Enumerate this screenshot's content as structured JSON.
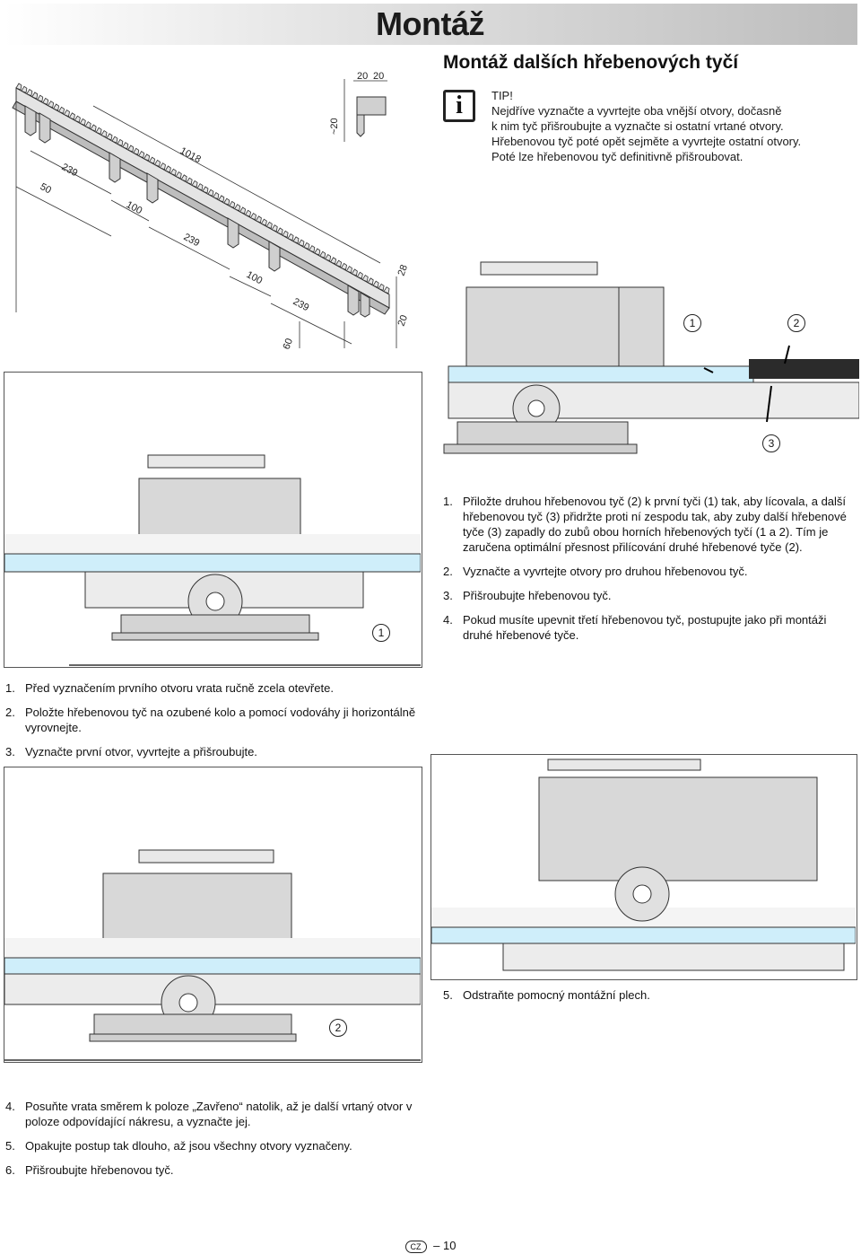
{
  "header": {
    "title": "Montáž"
  },
  "section": {
    "title": "Montáž dalších hřebenových tyčí"
  },
  "tip": {
    "icon": "info-icon",
    "label": "TIP!",
    "lines": [
      "Nejdříve vyznačte a vyvrtejte oba vnější otvory, dočasně",
      "k nim tyč přišroubujte a vyznačte si ostatní vrtané otvory.",
      "Hřebenovou tyč poté opět sejměte a vyvrtejte ostatní otvory.",
      "Poté lze hřebenovou tyč definitivně přišroubovat."
    ]
  },
  "rack_drawing": {
    "dimensions": {
      "d20a": "20",
      "d20b": "20",
      "d20c": "~20",
      "d1018": "1018",
      "d239a": "239",
      "d50": "50",
      "d100a": "100",
      "d239b": "239",
      "d100b": "100",
      "d28": "28",
      "d239c": "239",
      "d20d": "20",
      "d60": "60"
    }
  },
  "callouts": {
    "c1": "1",
    "c2": "2",
    "c3": "3"
  },
  "steps_right": [
    {
      "num": "1.",
      "text": "Přiložte druhou hřebenovou tyč (2) k první tyči (1) tak, aby lícovala, a další hřebenovou tyč (3) přidržte proti ní zespodu tak, aby zuby další hřebenové tyče (3) zapadly do zubů obou horních hřebenových tyčí (1 a 2). Tím je zaručena optimální přesnost přilícování druhé hřebenové tyče (2)."
    },
    {
      "num": "2.",
      "text": "Vyznačte a vyvrtejte otvory pro druhou hřebenovou tyč."
    },
    {
      "num": "3.",
      "text": "Přišroubujte hřebenovou tyč."
    },
    {
      "num": "4.",
      "text": "Pokud musíte upevnit třetí hřebenovou tyč, postupujte jako při montáži druhé hřebenové tyče."
    }
  ],
  "steps_left": [
    {
      "num": "1.",
      "text": "Před vyznačením prvního otvoru vrata ručně zcela otevřete."
    },
    {
      "num": "2.",
      "text": "Položte hřebenovou tyč na ozubené kolo a pomocí vodováhy ji horizontálně vyrovnejte."
    },
    {
      "num": "3.",
      "text": "Vyznačte první otvor, vyvrtejte a přišroubujte."
    }
  ],
  "step5": {
    "num": "5.",
    "text": "Odstraňte pomocný montážní plech."
  },
  "steps_bottom": [
    {
      "num": "4.",
      "text": "Posuňte vrata směrem k poloze „Zavřeno“ natolik, až je další vrtaný otvor v poloze odpovídající nákresu, a vyznačte jej."
    },
    {
      "num": "5.",
      "text": "Opakujte postup tak dlouho, až jsou všechny otvory vyznačeny."
    },
    {
      "num": "6.",
      "text": "Přišroubujte hřebenovou tyč."
    }
  ],
  "footer": {
    "lang": "CZ",
    "page": "10"
  },
  "colors": {
    "rack_blue": "#cfeefa",
    "rack_dark": "#2b2b2b",
    "motor_gray": "#d8d8d8"
  }
}
